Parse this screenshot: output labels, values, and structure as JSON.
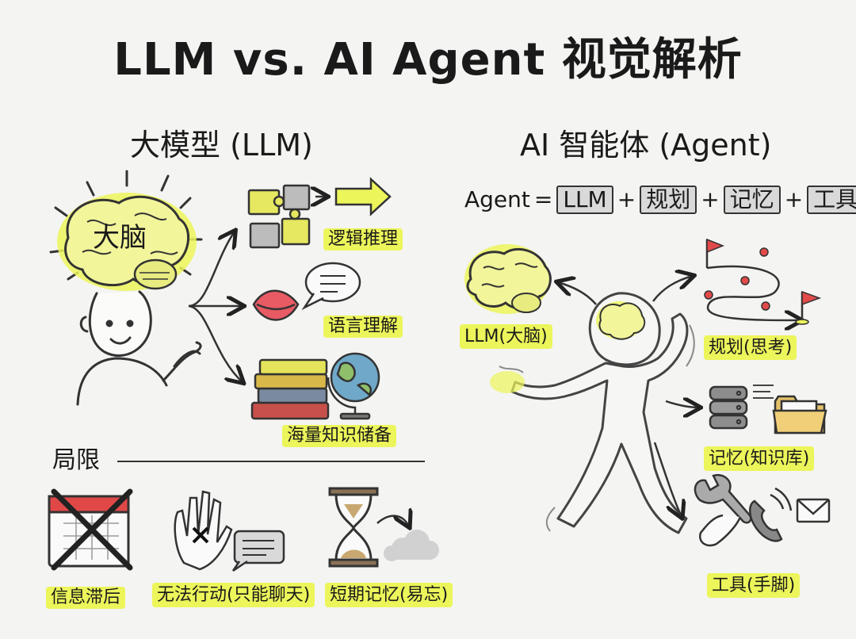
{
  "title": "LLM vs. AI Agent 视觉解析",
  "llm": {
    "heading": "大模型 (LLM)",
    "brain_label": "大脑",
    "capabilities": {
      "logic": "逻辑推理",
      "language": "语言理解",
      "knowledge": "海量知识储备"
    },
    "limits": {
      "heading": "局限",
      "outdated": "信息滞后",
      "no_action": "无法行动(只能聊天)",
      "short_memory": "短期记忆(易忘)"
    }
  },
  "agent": {
    "heading": "AI 智能体 (Agent)",
    "formula": {
      "lhs": "Agent",
      "eq": "=",
      "plus": "+",
      "terms": [
        "LLM",
        "规划",
        "记忆",
        "工具"
      ]
    },
    "parts": {
      "brain": "LLM(大脑)",
      "planning": "规划(思考)",
      "memory": "记忆(知识库)",
      "tools": "工具(手脚)"
    }
  },
  "colors": {
    "highlight": "#ecf55a",
    "flag": "#e24a4a",
    "ink": "#1a1a1a",
    "paper": "#f4f4f2"
  }
}
